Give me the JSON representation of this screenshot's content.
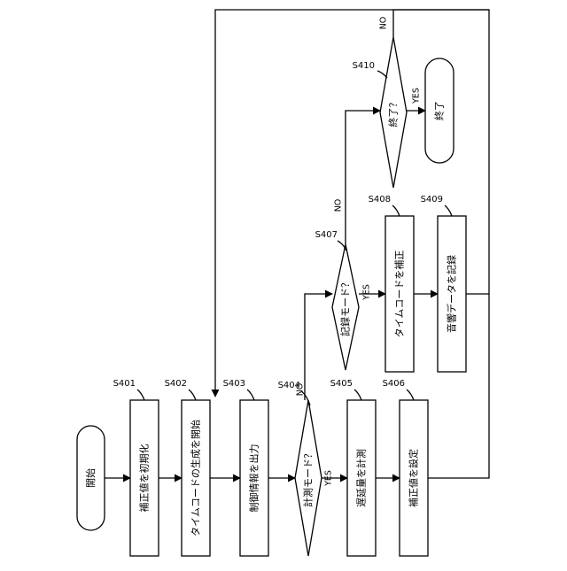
{
  "flowchart": {
    "start": "開始",
    "s401": {
      "id": "S401",
      "label": "補正値を初期化"
    },
    "s402": {
      "id": "S402",
      "label": "タイムコードの生成を開始"
    },
    "s403": {
      "id": "S403",
      "label": "制御情報を出力"
    },
    "s404": {
      "id": "S404",
      "label": "計測モード？",
      "yes": "YES",
      "no": "NO"
    },
    "s405": {
      "id": "S405",
      "label": "遅延量を計測"
    },
    "s406": {
      "id": "S406",
      "label": "補正値を設定"
    },
    "s407": {
      "id": "S407",
      "label": "記録モード？",
      "yes": "YES",
      "no": "NO"
    },
    "s408": {
      "id": "S408",
      "label": "タイムコードを補正"
    },
    "s409": {
      "id": "S409",
      "label": "音響データを記録"
    },
    "s410": {
      "id": "S410",
      "label": "終了？",
      "yes": "YES",
      "no": "NO"
    },
    "end": "終了"
  }
}
